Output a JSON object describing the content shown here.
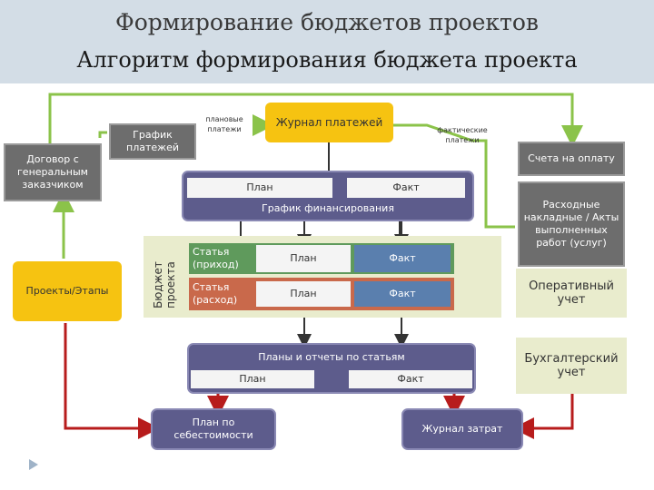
{
  "title": "Формирование бюджетов проектов",
  "subtitle": "Алгоритм формирования бюджета проекта",
  "nodes": {
    "journal_payments": "Журнал платежей",
    "planned_payments": "плановые платежи",
    "actual_payments": "фактические платежи",
    "payment_schedule": "График платежей",
    "contract": "Договор с генеральным заказчиком",
    "invoices": "Счета на оплату",
    "financing_plan": "План",
    "financing_fact": "Факт",
    "financing_title": "График финансирования",
    "project_budget": "Бюджет проекта",
    "income_article": "Статья (приход)",
    "income_plan": "План",
    "income_fact": "Факт",
    "expense_article": "Статья (расход)",
    "expense_plan": "План",
    "expense_fact": "Факт",
    "projects": "Проекты/Этапы",
    "expense_docs": "Расходные накладные / Акты выполненных работ (услуг)",
    "operational": "Оперативный учет",
    "reports_title": "Планы и отчеты по статьям",
    "reports_plan": "План",
    "reports_fact": "Факт",
    "accounting": "Бухгалтерский учет",
    "cost_plan": "План по себестоимости",
    "cost_journal": "Журнал затрат"
  },
  "colors": {
    "green": "#8bc34a",
    "red": "#b71c1c",
    "yellow": "#f6c311",
    "navy": "#5d5c8c"
  }
}
